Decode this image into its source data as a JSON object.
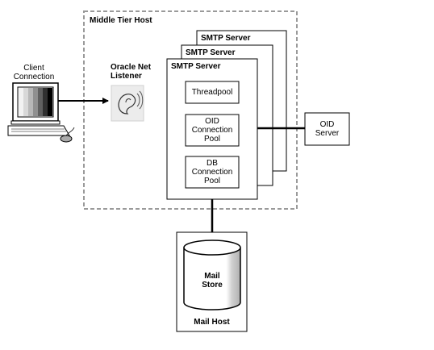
{
  "middle_tier": {
    "label": "Middle Tier Host"
  },
  "client": {
    "label_line1": "Client",
    "label_line2": "Connection"
  },
  "listener": {
    "label_line1": "Oracle Net",
    "label_line2": "Listener"
  },
  "smtp_servers": [
    {
      "label": "SMTP Server"
    },
    {
      "label": "SMTP Server"
    },
    {
      "label": "SMTP Server"
    }
  ],
  "threadpool": {
    "label": "Threadpool"
  },
  "oid_pool": {
    "line1": "OID",
    "line2": "Connection",
    "line3": "Pool"
  },
  "db_pool": {
    "line1": "DB",
    "line2": "Connection",
    "line3": "Pool"
  },
  "oid_server": {
    "line1": "OID",
    "line2": "Server"
  },
  "mail_store": {
    "line1": "Mail",
    "line2": "Store"
  },
  "mail_host": {
    "label": "Mail Host"
  },
  "colors": {
    "dashed_border": "#9a9a9a",
    "line": "#000000",
    "shadow": "#c8c8c8"
  },
  "icons": {
    "computer": "computer-icon",
    "listener": "ear-icon",
    "database": "database-cylinder-icon"
  }
}
